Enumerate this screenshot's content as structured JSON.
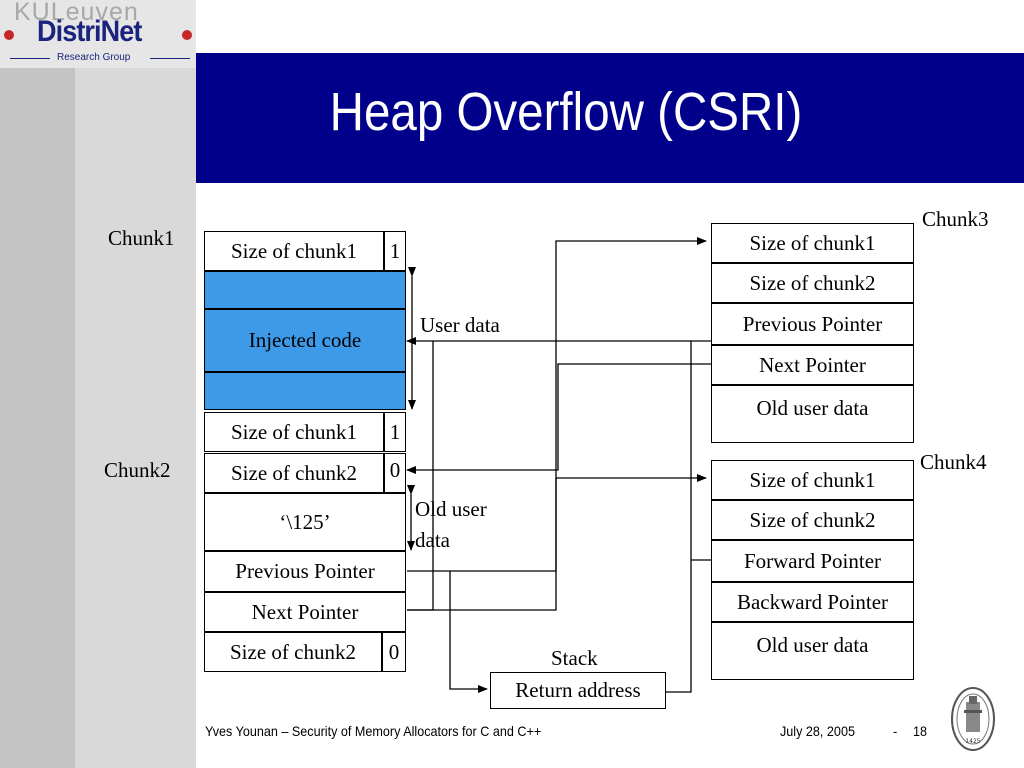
{
  "logo": {
    "university": "KULeuven",
    "name": "DistriNet",
    "group": "Research Group"
  },
  "title": "Heap Overflow (CSRI)",
  "left": {
    "chunk1_label": "Chunk1",
    "chunk2_label": "Chunk2",
    "c1_size_chunk1": "Size of chunk1",
    "c1_flag": "1",
    "injected_code": "Injected code",
    "c1b_size_chunk1": "Size of chunk1",
    "c1b_flag": "1",
    "c2_size_chunk2": "Size of chunk2",
    "c2_flag": "0",
    "value_125": "‘\\125’",
    "previous_pointer": "Previous Pointer",
    "next_pointer": "Next Pointer",
    "c2b_size_chunk2": "Size of chunk2",
    "c2b_flag": "0"
  },
  "middle": {
    "user_data": "User data",
    "old_user_data_1": "Old user",
    "old_user_data_2": "data",
    "stack": "Stack",
    "return_address": "Return address"
  },
  "chunk3": {
    "label": "Chunk3",
    "rows": [
      "Size of chunk1",
      "Size of chunk2",
      "Previous Pointer",
      "Next Pointer",
      "Old user data"
    ]
  },
  "chunk4": {
    "label": "Chunk4",
    "rows": [
      "Size of chunk1",
      "Size of chunk2",
      "Forward Pointer",
      "Backward Pointer",
      "Old user data"
    ]
  },
  "footer": {
    "author": "Yves Younan – Security of Memory Allocators for C and C++",
    "date": "July 28, 2005",
    "separator": "-",
    "page": "18",
    "seal_text": "1425"
  }
}
